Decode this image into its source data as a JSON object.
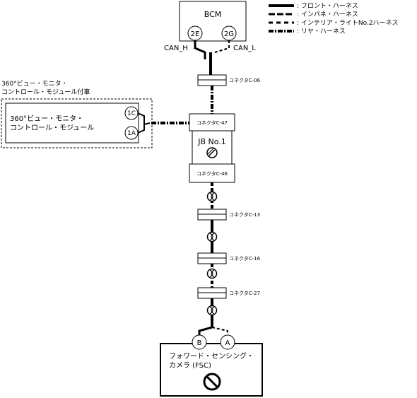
{
  "bcm": {
    "label": "BCM",
    "pin_left": "2E",
    "pin_right": "2G",
    "signal_left": "CAN_H",
    "signal_right": "CAN_L"
  },
  "legend": [
    {
      "style": "front",
      "label": ": フロント・ハーネス"
    },
    {
      "style": "instrument",
      "label": ": インパネ・ハーネス"
    },
    {
      "style": "interior",
      "label": ": インテリア・ライトNo.2ハーネス"
    },
    {
      "style": "rear",
      "label": ": リヤ・ハーネス"
    }
  ],
  "connectors": {
    "c06": "コネクタC-06",
    "c47": "コネクタC-47",
    "c46": "コネクタC-46",
    "c13": "コネクタC-13",
    "c16": "コネクタC-16",
    "c27": "コネクタC-27"
  },
  "junction_block": {
    "label": "JB No.1"
  },
  "view_monitor": {
    "kit_label_line1": "360°ビュー・モニタ・",
    "kit_label_line2": "コントロール・モジュール付車",
    "module_line1": "360°ビュー・モニタ・",
    "module_line2": "コントロール・モジュール",
    "pin_top": "1C",
    "pin_bottom": "1A"
  },
  "camera": {
    "line1": "フォワード・センシング・",
    "line2": "カメラ (FSC)",
    "pin_left": "B",
    "pin_right": "A"
  },
  "icons": {
    "twisted_pair": "twisted-pair-icon",
    "no_repair": "no-repair-icon"
  }
}
